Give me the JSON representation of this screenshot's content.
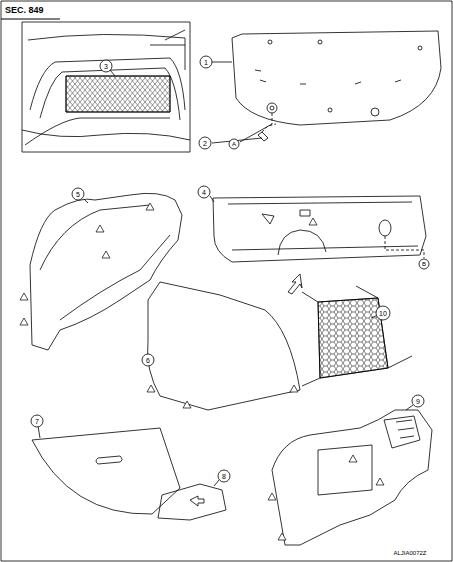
{
  "diagram": {
    "title": "SEC. 849",
    "labels": [
      "3",
      "1",
      "2",
      "A",
      "4",
      "B",
      "5",
      "6",
      "10",
      "7",
      "8",
      "9",
      "ALJIA0072Z"
    ]
  }
}
